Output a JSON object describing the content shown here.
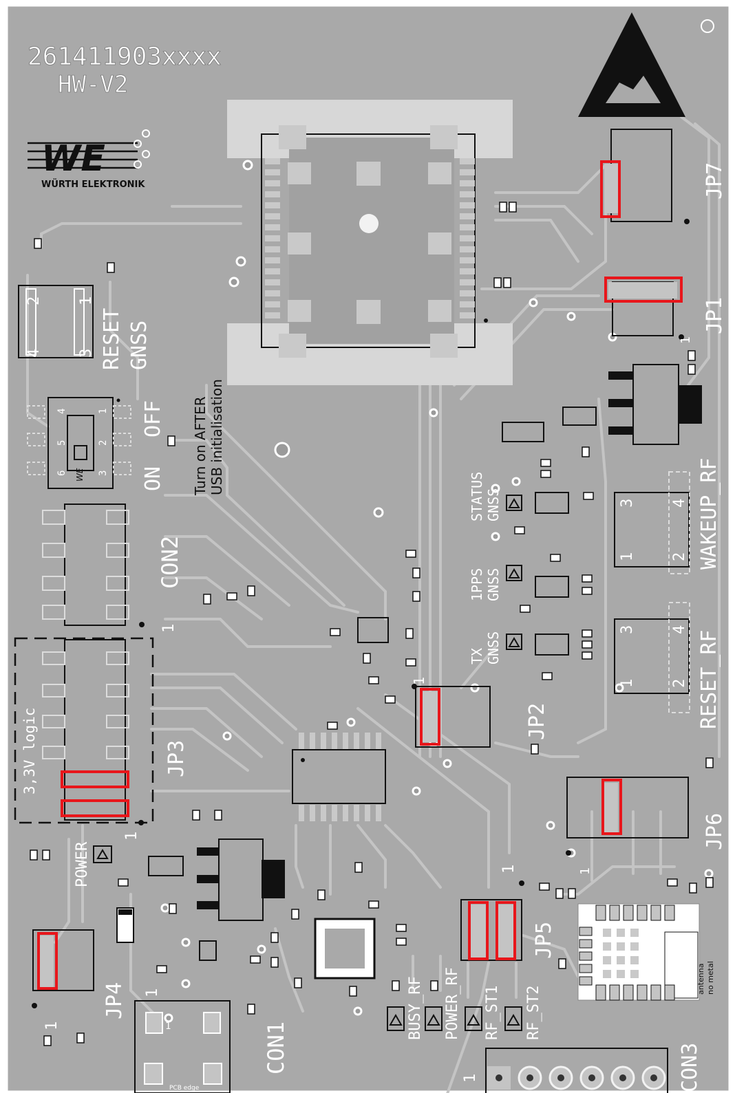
{
  "board": {
    "part_number": "261411903xxxx",
    "hw_version": "HW-V2",
    "logo_we": "WE",
    "logo_text": "WÜRTH ELEKTRONIK"
  },
  "labels": {
    "jp7": "JP7",
    "jp1": "JP1",
    "jp2": "JP2",
    "jp3": "JP3",
    "jp4": "JP4",
    "jp5": "JP5",
    "jp6": "JP6",
    "con1": "CON1",
    "con2": "CON2",
    "con3": "CON3",
    "reset": "RESET",
    "gnss": "GNSS",
    "on": "ON",
    "off": "OFF",
    "turn_on_after": "Turn on AFTER",
    "usb_init": "USB initialisation",
    "status": "STATUS",
    "status_gnss": "GNSS",
    "pps": "1PPS",
    "pps_gnss": "GNSS",
    "tx": "TX",
    "tx_gnss": "GNSS",
    "reset_rf": "RESET_RF",
    "wakeup_rf": "WAKEUP_RF",
    "logic": "3,3V logic",
    "power": "POWER",
    "busy_rf": "BUSY_RF",
    "power_rf": "POWER_RF",
    "rf_st1": "RF_ST1",
    "rf_st2": "RF_ST2",
    "antenna": "antenna",
    "no_metal": "no metal",
    "pcb_edge": "PCB edge",
    "sw_brand": "WE",
    "pin1": "1",
    "pin2": "2",
    "pin3": "3",
    "pin4": "4",
    "pin5": "5",
    "pin6": "6"
  },
  "colors": {
    "board": "#a9a9a9",
    "copper": "#bdbdbd",
    "silk": "#ffffff",
    "outline": "#111111",
    "marker": "#e8161b"
  }
}
